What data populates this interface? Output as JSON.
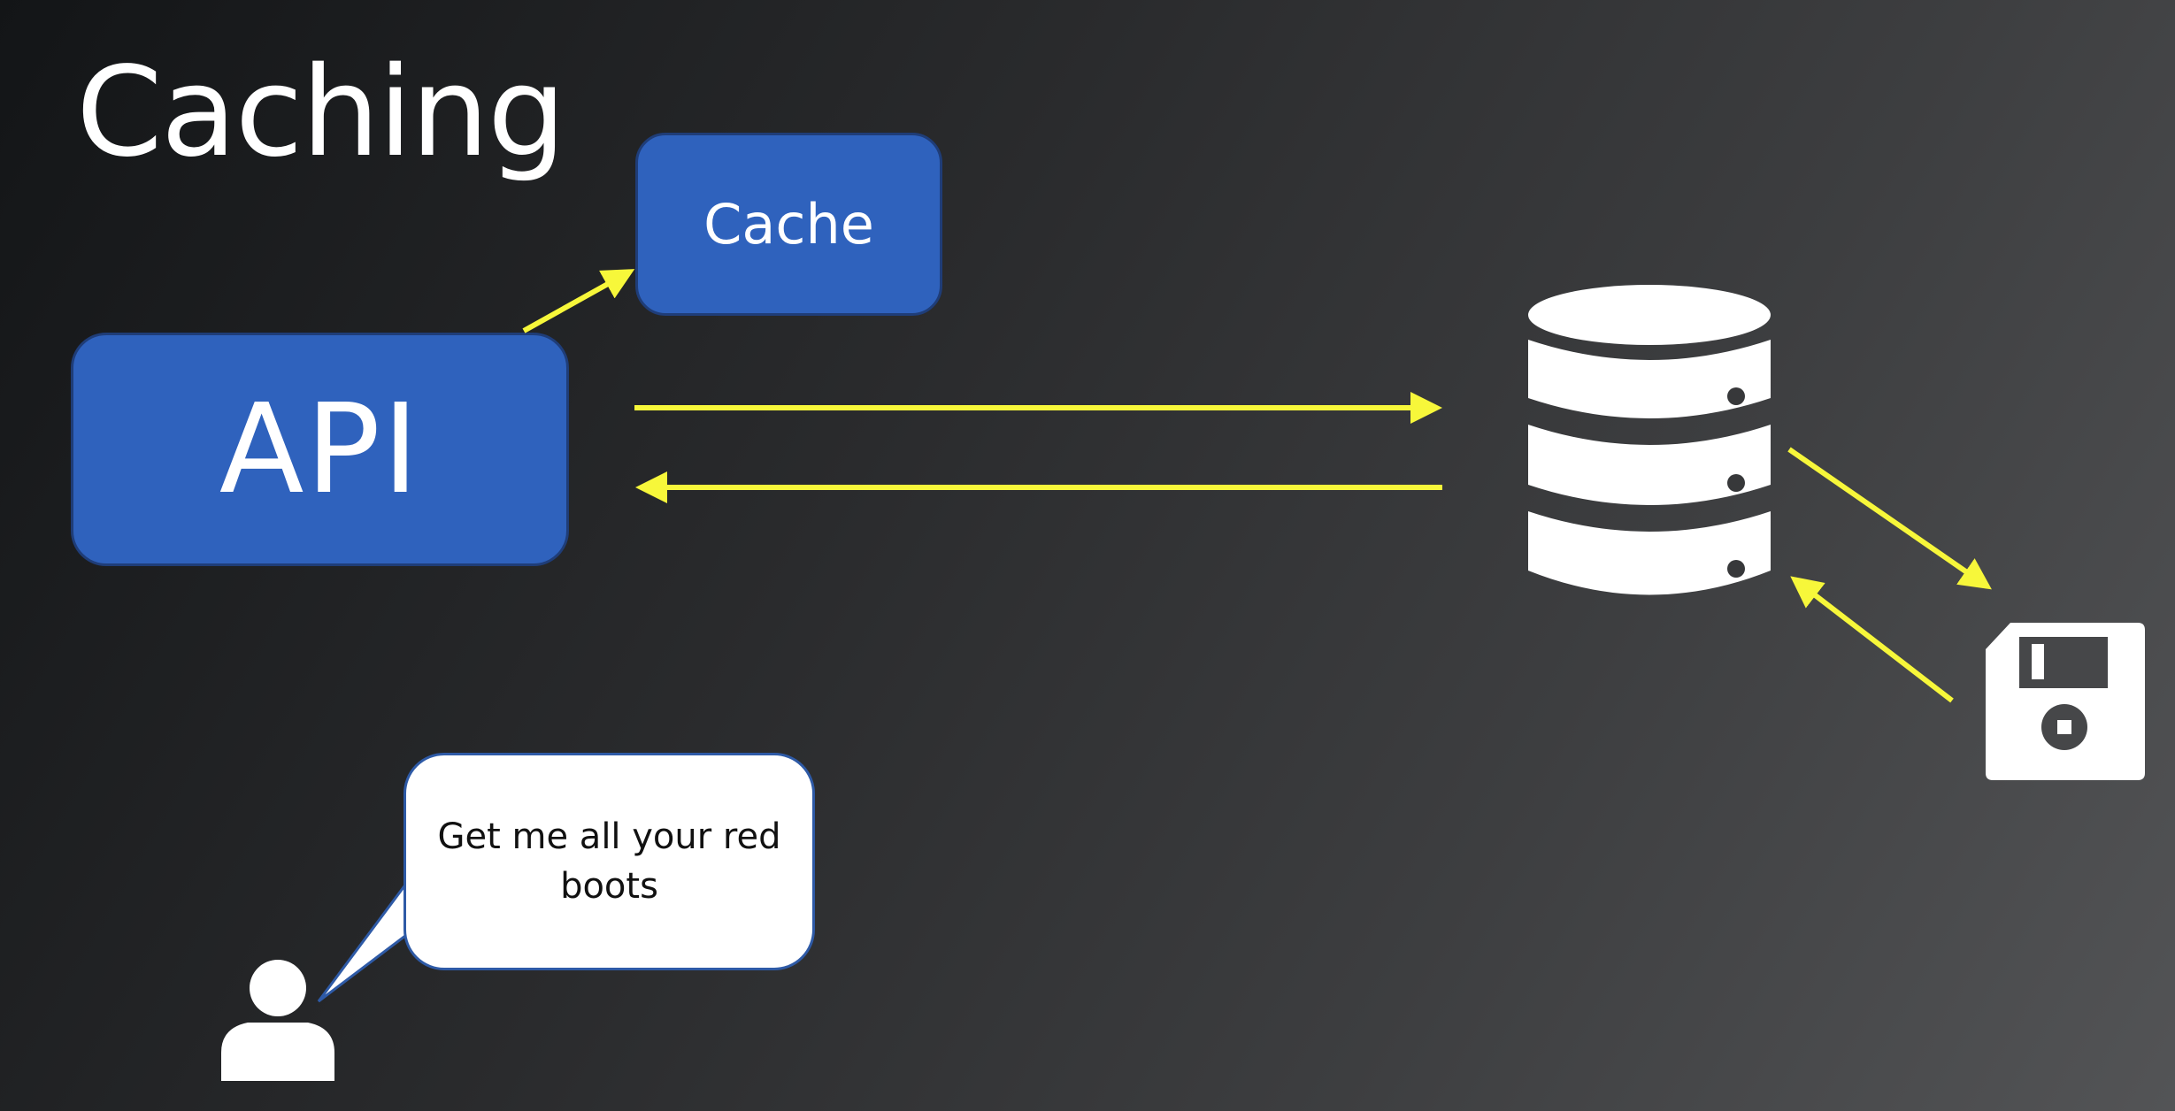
{
  "slide": {
    "title": "Caching",
    "cache_label": "Cache",
    "api_label": "API",
    "speech_text": "Get me all your red boots"
  },
  "colors": {
    "box_fill": "#2f62bd",
    "box_border": "#1f3d78",
    "arrow": "#f7f73a",
    "icon": "#ffffff",
    "bubble_fill": "#ffffff",
    "bubble_border": "#2e5aa6"
  },
  "icons": {
    "database": "database-icon",
    "disk": "floppy-disk-icon",
    "user": "user-icon"
  }
}
